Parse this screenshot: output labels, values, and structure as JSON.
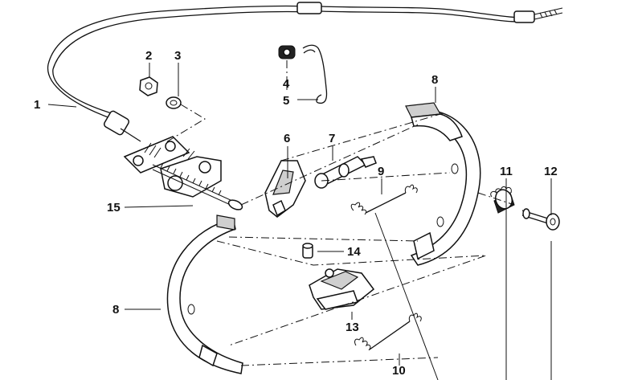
{
  "callouts": [
    {
      "id": "1",
      "text": "1"
    },
    {
      "id": "2",
      "text": "2"
    },
    {
      "id": "3",
      "text": "3"
    },
    {
      "id": "4",
      "text": "4"
    },
    {
      "id": "5",
      "text": "5"
    },
    {
      "id": "6",
      "text": "6"
    },
    {
      "id": "7",
      "text": "7"
    },
    {
      "id": "8a",
      "text": "8"
    },
    {
      "id": "8b",
      "text": "8"
    },
    {
      "id": "9",
      "text": "9"
    },
    {
      "id": "10",
      "text": "10"
    },
    {
      "id": "11",
      "text": "11"
    },
    {
      "id": "12",
      "text": "12"
    },
    {
      "id": "13",
      "text": "13"
    },
    {
      "id": "14",
      "text": "14"
    },
    {
      "id": "15",
      "text": "15"
    }
  ]
}
